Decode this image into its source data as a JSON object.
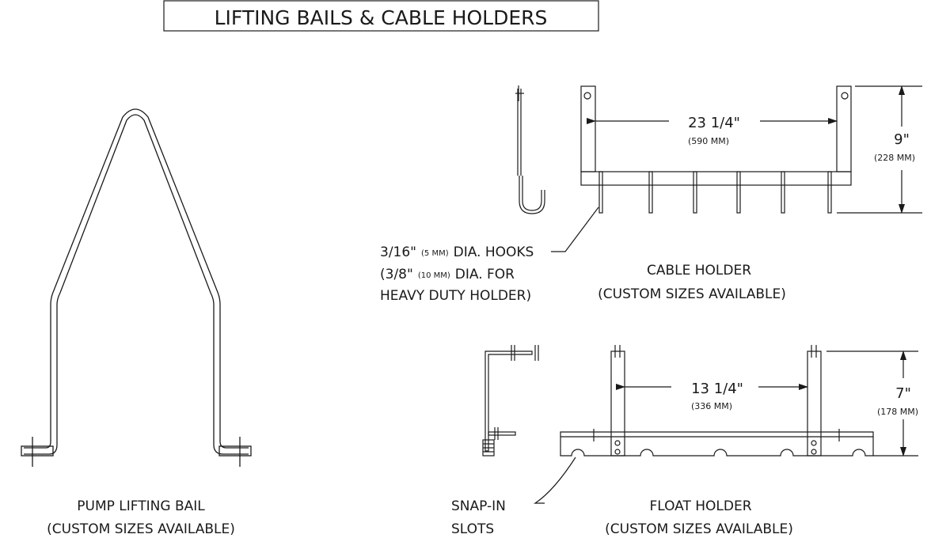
{
  "title": "LIFTING BAILS & CABLE HOLDERS",
  "pump_bail": {
    "label": "PUMP LIFTING BAIL",
    "sublabel": "(CUSTOM SIZES AVAILABLE)"
  },
  "cable_holder": {
    "width_dim": "23 1/4\"",
    "width_dim_mm": "(590 MM)",
    "height_dim": "9\"",
    "height_dim_mm": "(228 MM)",
    "hook_note_line1_a": "3/16\"",
    "hook_note_line1_mm": "(5 MM)",
    "hook_note_line1_b": "DIA. HOOKS",
    "hook_note_line2_a": "(3/8\"",
    "hook_note_line2_mm": "(10 MM)",
    "hook_note_line2_b": "DIA. FOR",
    "hook_note_line3": "HEAVY DUTY HOLDER)",
    "label": "CABLE HOLDER",
    "sublabel": "(CUSTOM SIZES AVAILABLE)"
  },
  "float_holder": {
    "width_dim": "13 1/4\"",
    "width_dim_mm": "(336 MM)",
    "height_dim": "7\"",
    "height_dim_mm": "(178 MM)",
    "slot_note_line1": "SNAP-IN",
    "slot_note_line2": "SLOTS",
    "label": "FLOAT HOLDER",
    "sublabel": "(CUSTOM SIZES AVAILABLE)"
  }
}
